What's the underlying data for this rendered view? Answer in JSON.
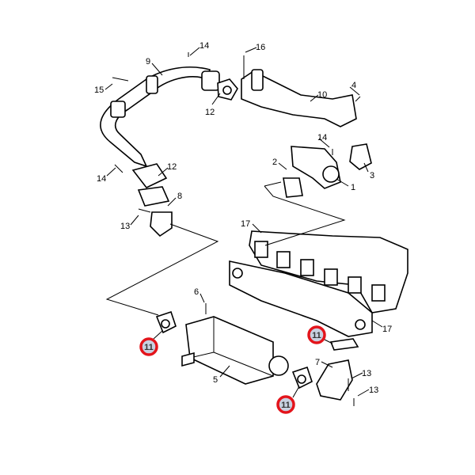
{
  "labels": {
    "l14a": "14",
    "l16": "16",
    "l9": "9",
    "l15": "15",
    "l10": "10",
    "l4": "4",
    "l12a": "12",
    "l14b": "14",
    "l2": "2",
    "l3": "3",
    "l1": "1",
    "l12b": "12",
    "l14c": "14",
    "l8": "8",
    "l13a": "13",
    "l17a": "17",
    "l6": "6",
    "l17b": "17",
    "l7": "7",
    "l13b": "13",
    "l13c": "13",
    "l5": "5"
  },
  "callouts": {
    "c1": "11",
    "c2": "11",
    "c3": "11"
  },
  "colors": {
    "callout_ring": "#e3141b",
    "callout_fill": "#c8d0e0"
  }
}
